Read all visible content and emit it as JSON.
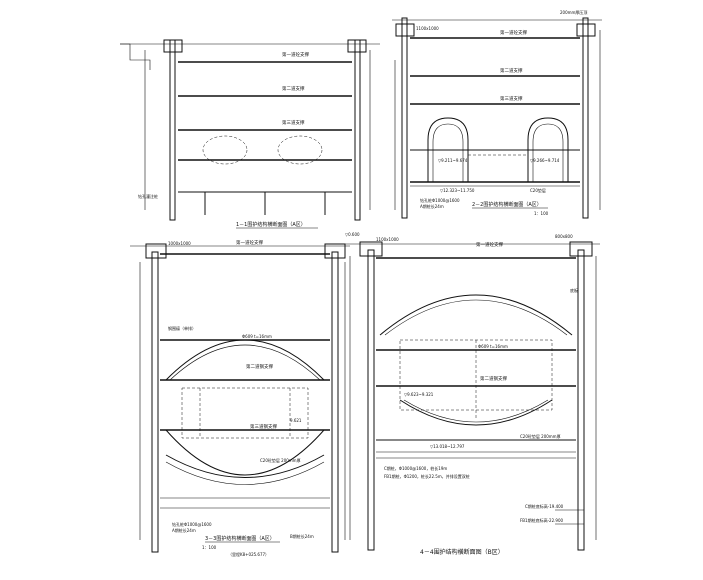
{
  "drawing": {
    "background": "#ffffff",
    "ink": "#111111"
  },
  "sections": {
    "s1": {
      "title": "1－1围护结构横断面图（A区）",
      "strut_first": "第一道砼支撑",
      "strut_second": "第二道支撑",
      "strut_third": "第三道支撑",
      "pile_note": "钻孔灌注桩"
    },
    "s2": {
      "title": "2－2围护结构横断面图（A区）",
      "scale": "1：100",
      "top_beam": "1100x1000",
      "cap_beam": "200mm厚压顶",
      "strut_first": "第一道砼支撑",
      "strut_second": "第二道支撑",
      "strut_third": "第三道支撑",
      "level_1": "▽9.211~9.674",
      "level_2": "▽9.266~9.714",
      "base_level": "▽12.323~11.750",
      "pile_spec": "钻孔桩Φ1000@1600",
      "pile_len": "A期桩长24m",
      "concrete": "C20垫层"
    },
    "s3": {
      "title": "3－3围护结构横断面图（A区）",
      "scale": "1：100",
      "subtitle": "（里程K8+025.677）",
      "top_beam": "1000x1000",
      "strut_first": "第一道砼支撑",
      "strut_label": "钢围檩（单排）",
      "steel_pipe": "Φ609 t=16mm",
      "strut_second": "第二道钢支撑",
      "strut_third": "第三道钢支撑",
      "pile_spec": "钻孔桩Φ1000@1600",
      "pile_len": "A期桩长24m",
      "pile_len_b": "B期桩长24m",
      "bottom_slab": "C20砼垫层 200mm厚",
      "level_mid": "9.621"
    },
    "s4": {
      "title": "4－4围护结构横断面图（B区）",
      "top_left": "1100x1000",
      "top_right": "800x800",
      "top_elev": "▽0.600",
      "strut_first": "第一道砼支撑",
      "steel_pipe": "Φ609 t=16mm",
      "strut_second": "第二道钢支撑",
      "level_a": "▽9.623~9.321",
      "level_b": "▽13.018~12.797",
      "note_concrete": "C20砼垫层 200mm厚",
      "note_pile_1": "C期桩，Φ1000@1600，桩长19m",
      "note_pile_2": "FB1期桩，Φ1200，桩长22.5m，并排设置双桩",
      "level_c": "C期桩底标高-19.400",
      "level_d": "FB1期桩底标高-22.900",
      "slab_label": "底板"
    }
  }
}
